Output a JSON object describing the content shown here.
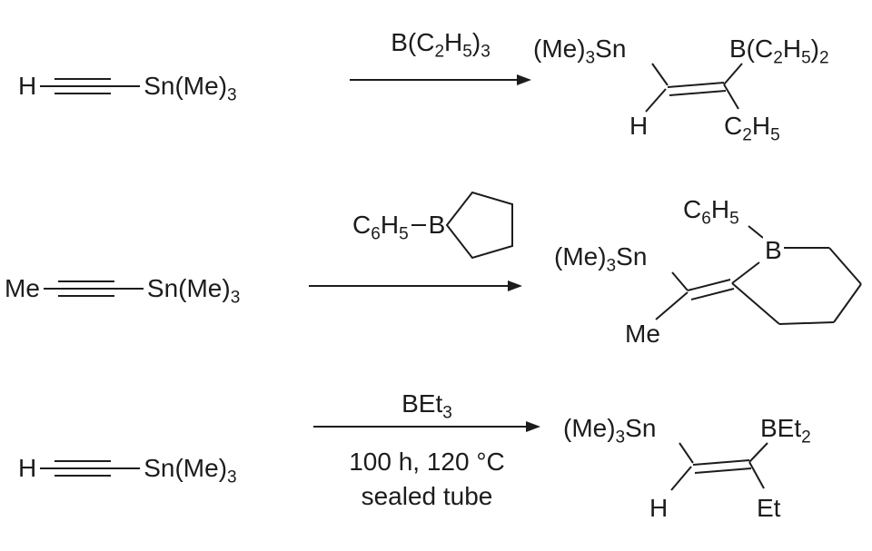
{
  "scheme": {
    "ink_color": "#1c1c1c",
    "background_color": "#ffffff"
  },
  "reactions": [
    {
      "reactant": {
        "left_group": "H",
        "right_group": "Sn(Me)₃"
      },
      "reagent_above_arrow": "B(C₂H₅)₃",
      "product": {
        "top_left": "(Me)₃Sn",
        "top_right": "B(C₂H₅)₂",
        "bottom_left": "H",
        "bottom_right": "C₂H₅"
      }
    },
    {
      "reactant": {
        "left_group": "Me",
        "right_group": "Sn(Me)₃"
      },
      "reagent": {
        "phenyl": "C₆H₅",
        "boron": "B"
      },
      "product": {
        "stannyl": "(Me)₃Sn",
        "phenyl": "C₆H₅",
        "boron": "B",
        "methyl": "Me"
      }
    },
    {
      "reactant": {
        "left_group": "H",
        "right_group": "Sn(Me)₃"
      },
      "reagent_above_arrow": "BEt₃",
      "conditions": [
        "100 h, 120 °C",
        "sealed tube"
      ],
      "product": {
        "top_left": "(Me)₃Sn",
        "top_right": "BEt₂",
        "bottom_left": "H",
        "bottom_right": "Et"
      }
    }
  ]
}
